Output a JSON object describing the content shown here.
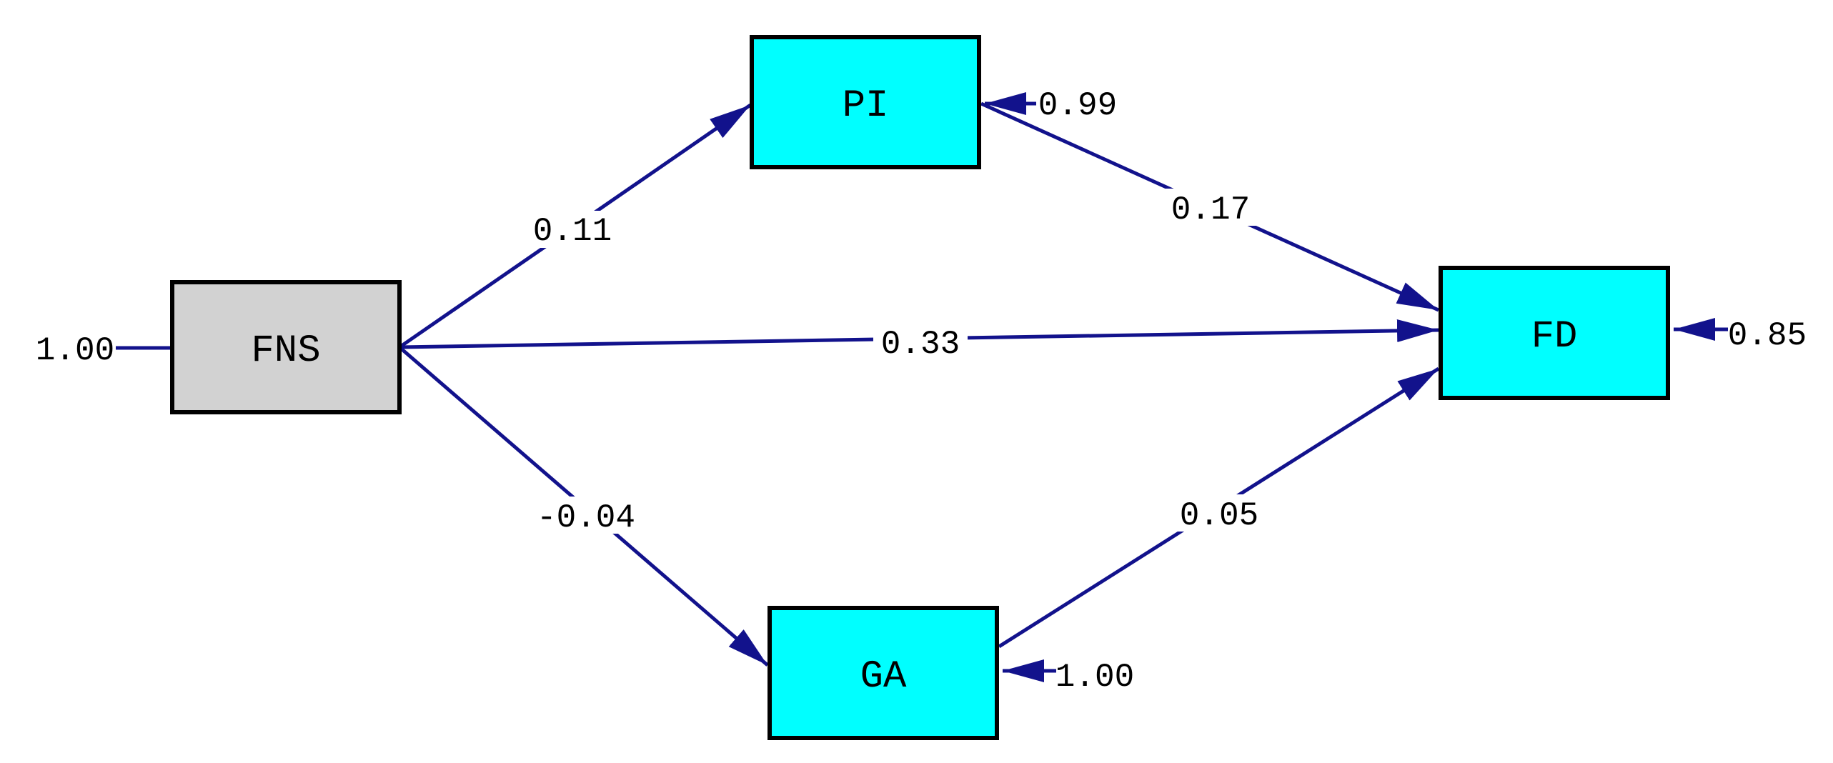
{
  "diagram_type": "structural-equation-path-diagram",
  "colors": {
    "arrow": "#12128c",
    "endogenous_box": "#00ffff",
    "exogenous_box": "#d2d2d2",
    "box_border": "#000000",
    "background": "#ffffff",
    "text": "#000000"
  },
  "nodes": {
    "fns": {
      "label": "FNS"
    },
    "pi": {
      "label": "PI"
    },
    "ga": {
      "label": "GA"
    },
    "fd": {
      "label": "FD"
    }
  },
  "paths": {
    "fns_pi": {
      "from": "FNS",
      "to": "PI",
      "value": "0.11"
    },
    "fns_fd": {
      "from": "FNS",
      "to": "FD",
      "value": "0.33"
    },
    "fns_ga": {
      "from": "FNS",
      "to": "GA",
      "value": "-0.04"
    },
    "pi_fd": {
      "from": "PI",
      "to": "FD",
      "value": "0.17"
    },
    "ga_fd": {
      "from": "GA",
      "to": "FD",
      "value": "0.05"
    }
  },
  "residuals": {
    "fns": {
      "target": "FNS",
      "value": "1.00"
    },
    "pi": {
      "target": "PI",
      "value": "0.99"
    },
    "ga": {
      "target": "GA",
      "value": "1.00"
    },
    "fd": {
      "target": "FD",
      "value": "0.85"
    }
  }
}
